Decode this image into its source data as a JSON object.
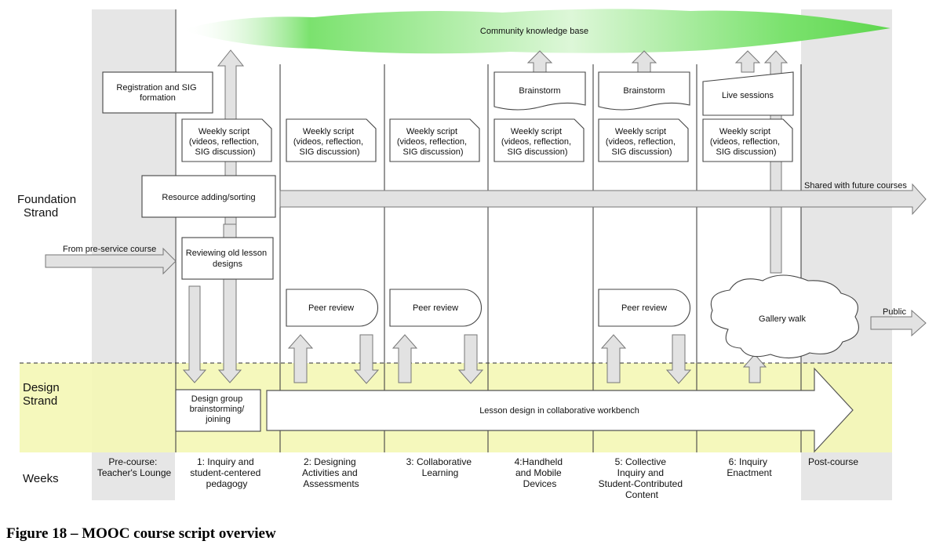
{
  "colors": {
    "gray_band": "#e6e6e6",
    "design_band": "#f4f7b6",
    "arrow_fill": "#e2e2e2",
    "arrow_stroke": "#777777",
    "green": "#7be26e"
  },
  "community": {
    "label": "Community knowledge base"
  },
  "strands": {
    "foundation": [
      "Foundation",
      "Strand"
    ],
    "design": [
      "Design",
      "Strand"
    ],
    "weeks": "Weeks"
  },
  "flows": {
    "from_pre_service": "From pre-service  course",
    "shared_future": "Shared with future courses",
    "public": "Public"
  },
  "boxes": {
    "registration": [
      "Registration and SIG",
      "formation"
    ],
    "resource": "Resource adding/sorting",
    "reviewing": [
      "Reviewing old lesson",
      "designs"
    ],
    "design_group": [
      "Design group",
      "brainstorming/",
      "joining"
    ],
    "lesson_design": "Lesson design in collaborative workbench",
    "brainstorm": "Brainstorm",
    "live_sessions": "Live sessions",
    "peer_review": "Peer review",
    "gallery_walk": "Gallery walk"
  },
  "weekly_script": [
    "Weekly script",
    "(videos, reflection,",
    "SIG discussion)"
  ],
  "weeks": [
    [
      "Pre-course:",
      "Teacher's Lounge"
    ],
    [
      "1: Inquiry and",
      "student-centered",
      "pedagogy"
    ],
    [
      "2: Designing",
      "Activities and",
      "Assessments"
    ],
    [
      "3: Collaborative",
      "Learning"
    ],
    [
      "4:Handheld",
      "and Mobile",
      "Devices"
    ],
    [
      "5: Collective",
      "Inquiry and",
      "Student-Contributed",
      "Content"
    ],
    [
      "6: Inquiry",
      "Enactment"
    ],
    [
      "Post-course"
    ]
  ],
  "caption": "Figure 18 – MOOC course script overview"
}
